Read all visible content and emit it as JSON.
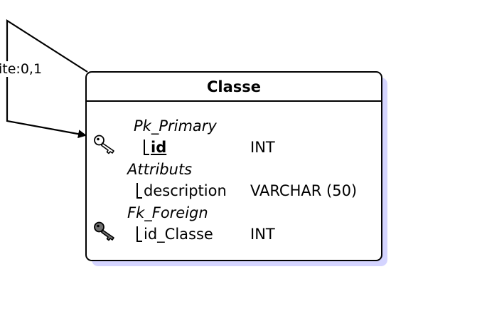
{
  "relation": {
    "label": "ite:0,1"
  },
  "entity": {
    "title": "Classe",
    "groups": {
      "primary": "Pk_Primary",
      "attributes": "Attributs",
      "foreign": "Fk_Foreign"
    },
    "fields": [
      {
        "name": "id",
        "type": "INT",
        "key": "primary"
      },
      {
        "name": "description",
        "type": "VARCHAR (50)",
        "key": "none"
      },
      {
        "name": "id_Classe",
        "type": "INT",
        "key": "foreign"
      }
    ]
  },
  "icons": {
    "primary_key": "key-outline-icon",
    "foreign_key": "key-filled-icon"
  },
  "colors": {
    "shadow": "#d4d4ff",
    "border": "#000000",
    "foreign_key_fill": "#707070",
    "primary_key_fill": "#ffffff"
  }
}
